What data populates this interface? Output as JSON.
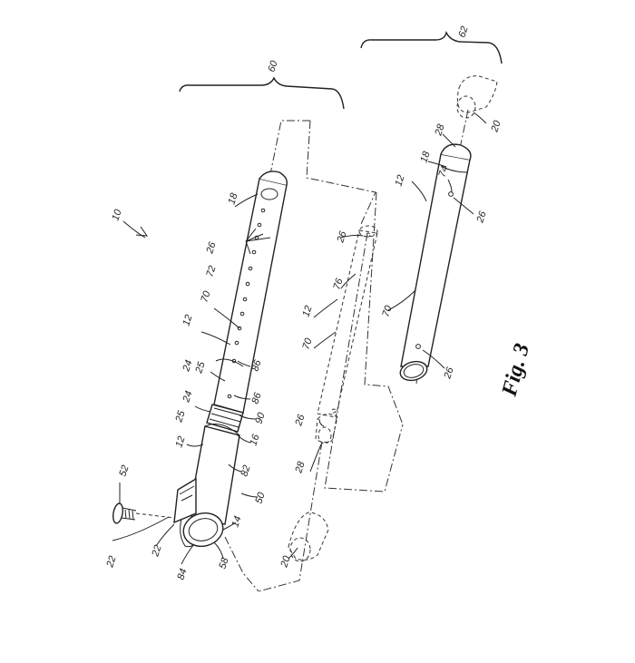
{
  "figure": {
    "caption": "Fig. 3"
  },
  "labels": {
    "l10": "10",
    "l60": "60",
    "l62": "62",
    "l18a": "18",
    "l18b": "18",
    "l28a": "28",
    "l28b": "28",
    "l20a": "20",
    "l20b": "20",
    "l26a": "26",
    "l26b": "26",
    "l26c": "26",
    "l26d": "26",
    "l26e": "26",
    "l74": "74",
    "l72": "72",
    "l76": "76",
    "l70a": "70",
    "l70b": "70",
    "l70c": "70",
    "l12a": "12",
    "l12b": "12",
    "l12c": "12",
    "l12d": "12",
    "l24a": "24",
    "l24b": "24",
    "l25a": "25",
    "l25b": "25",
    "l86a": "86",
    "l86b": "86",
    "l90": "90",
    "l16": "16",
    "l82": "82",
    "l50": "50",
    "l52": "52",
    "l22a": "22",
    "l22b": "22",
    "l84": "84",
    "l58": "58",
    "l14": "14"
  }
}
